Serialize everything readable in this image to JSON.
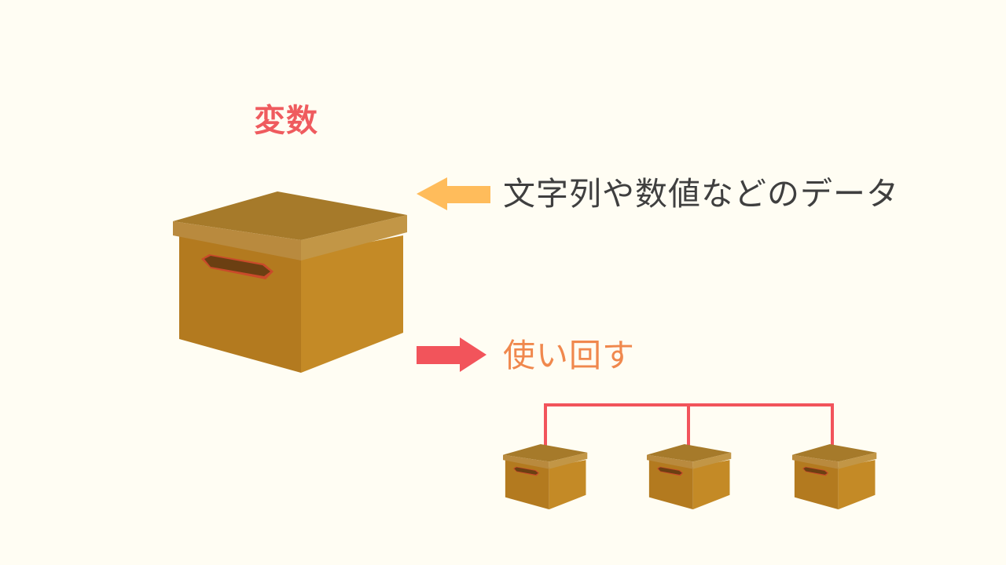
{
  "title": "変数",
  "data_label": "文字列や数値などのデータ",
  "reuse_label": "使い回す",
  "icons": {
    "main_box": "cardboard-box-icon",
    "input_arrow": "arrow-left-icon",
    "output_arrow": "arrow-right-icon",
    "copies": [
      "cardboard-box-icon",
      "cardboard-box-icon",
      "cardboard-box-icon"
    ]
  },
  "colors": {
    "background": "#FFFDF3",
    "title": "#EF5B5E",
    "data_text": "#3F3F3F",
    "reuse_text": "#F0884D",
    "input_arrow": "#FFBC5B",
    "output_arrow": "#F2545B",
    "connector": "#F2545B",
    "box_top": "#A67A2A",
    "box_lid_front": "#B98A3E",
    "box_lid_side": "#C29646",
    "box_front": "#B37A1F",
    "box_side": "#C48A26",
    "box_handle": "#6B3F12",
    "box_handle_rim": "#C94A2A"
  }
}
